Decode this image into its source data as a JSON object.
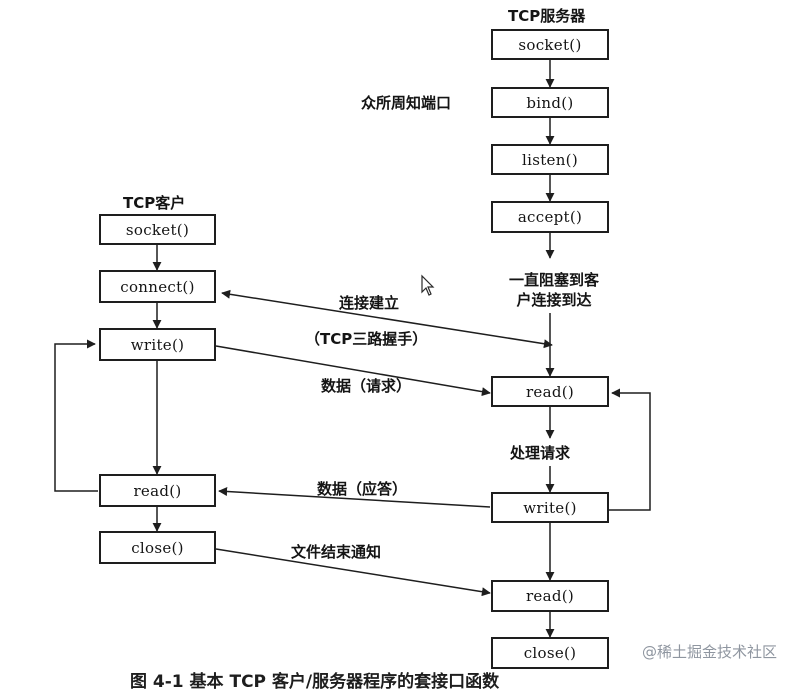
{
  "server": {
    "title": "TCP服务器",
    "socket": "socket()",
    "bind": "bind()",
    "listen": "listen()",
    "accept": "accept()",
    "read1": "read()",
    "write": "write()",
    "read2": "read()",
    "close": "close()"
  },
  "client": {
    "title": "TCP客户",
    "socket": "socket()",
    "connect": "connect()",
    "write": "write()",
    "read": "read()",
    "close": "close()"
  },
  "labels": {
    "well_known_port": "众所周知端口",
    "block_line1": "一直阻塞到客",
    "block_line2": "户连接到达",
    "connection_setup": "连接建立",
    "handshake": "（TCP三路握手）",
    "data_request": "数据（请求）",
    "process_request": "处理请求",
    "data_reply": "数据（应答）",
    "eof_notify": "文件结束通知"
  },
  "caption": "图 4-1 基本 TCP 客户/服务器程序的套接口函数",
  "watermark": "@稀土掘金技术社区"
}
